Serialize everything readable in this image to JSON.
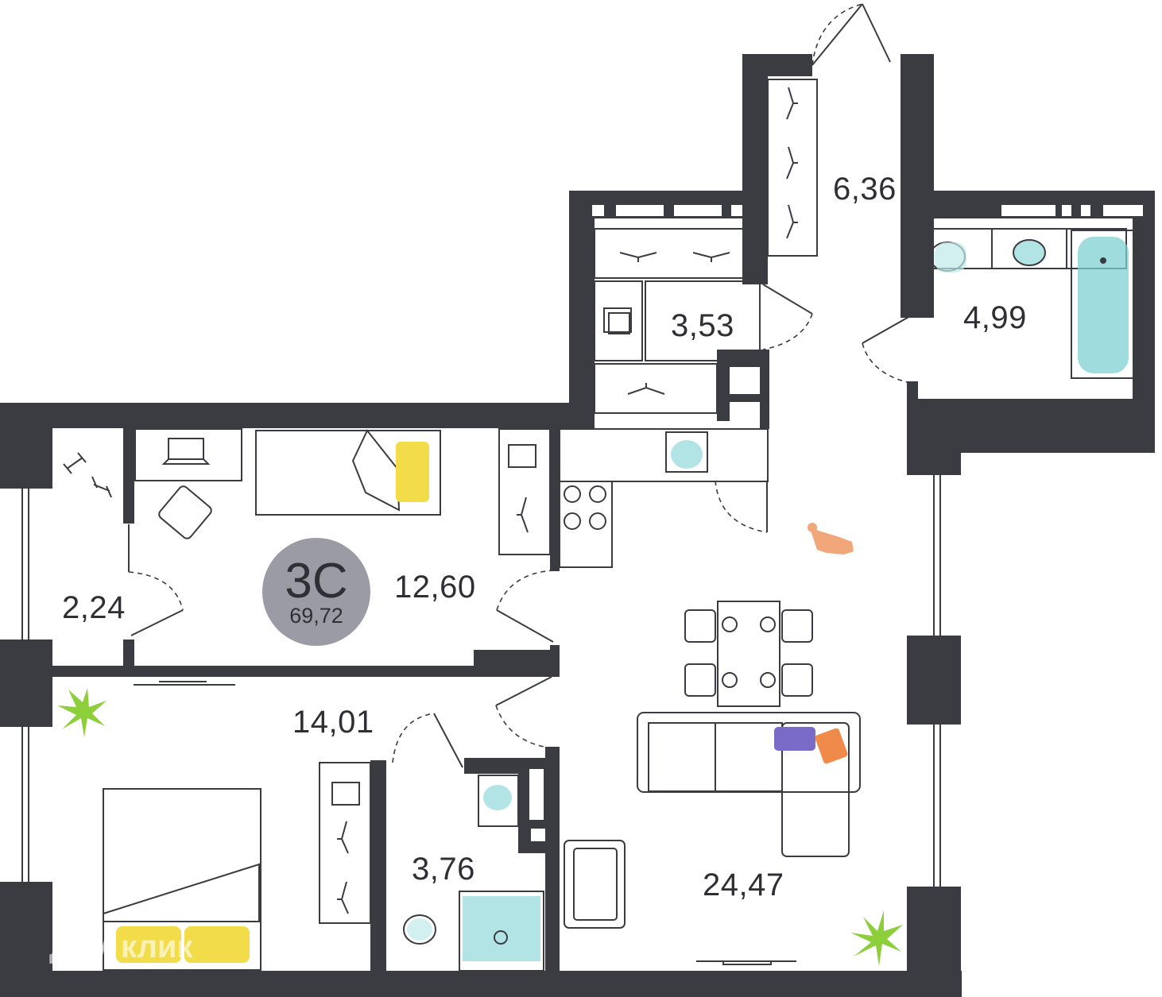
{
  "badge": {
    "code": "3С",
    "total_area": "69,72",
    "color": "#9b9ba6"
  },
  "rooms": [
    {
      "id": "entrance-hall",
      "area": "6,36"
    },
    {
      "id": "wardrobe",
      "area": "3,53"
    },
    {
      "id": "bathroom",
      "area": "4,99"
    },
    {
      "id": "balcony",
      "area": "2,24"
    },
    {
      "id": "bedroom-small",
      "area": "12,60"
    },
    {
      "id": "bedroom-large",
      "area": "14,01"
    },
    {
      "id": "shower-room",
      "area": "3,76"
    },
    {
      "id": "kitchen-living",
      "area": "24,47"
    }
  ],
  "watermark": "дом клик",
  "colors": {
    "wall": "#3b3b42",
    "water": "#7fd0d3",
    "pillow": "#f2dc4a",
    "cushion_purple": "#7b6bc9",
    "cushion_orange": "#ef8a4a",
    "plant": "#8ccf3a",
    "dog": "#f2a77a"
  },
  "icons": [
    "hanger-icon",
    "laptop-icon",
    "dumbbell-icon",
    "plant-icon",
    "dog-icon",
    "sink-icon",
    "bathtub-icon",
    "toilet-icon",
    "stove-icon",
    "washing-machine-icon",
    "tv-icon",
    "bed-icon",
    "sofa-icon",
    "chair-icon",
    "table-icon"
  ]
}
